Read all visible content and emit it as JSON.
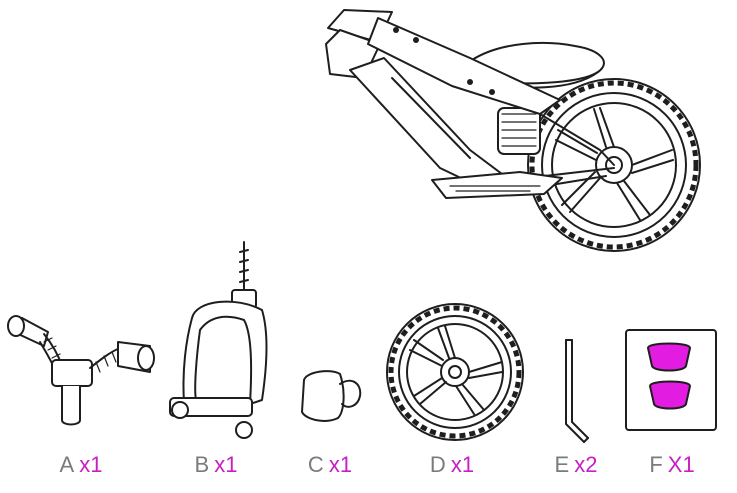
{
  "parts": [
    {
      "letter": "A",
      "qty": "x1",
      "icon": "handlebar-icon"
    },
    {
      "letter": "B",
      "qty": "x1",
      "icon": "front-fork-icon"
    },
    {
      "letter": "C",
      "qty": "x1",
      "icon": "reflector-icon"
    },
    {
      "letter": "D",
      "qty": "x1",
      "icon": "front-wheel-icon"
    },
    {
      "letter": "E",
      "qty": "x2",
      "icon": "allen-key-icon"
    },
    {
      "letter": "F",
      "qty": "X1",
      "icon": "sticker-pads-icon"
    }
  ],
  "colors": {
    "letter": "#7b7b7b",
    "quantity": "#c61fc4",
    "sticker": "#e21ce0",
    "ink": "#1e1e1e"
  }
}
